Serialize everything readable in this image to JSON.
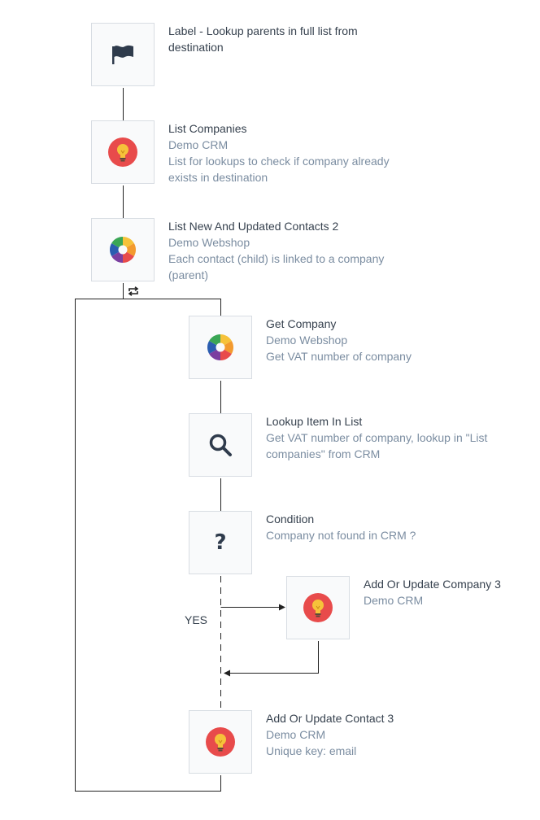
{
  "steps": [
    {
      "title": "Label - Lookup parents in full list from destination",
      "icon": "flag-icon"
    },
    {
      "title": "List Companies",
      "app": "Demo CRM",
      "desc": "List for lookups to check if company already exists in destination",
      "icon": "lightbulb-icon"
    },
    {
      "title": "List New And Updated Contacts 2",
      "app": "Demo Webshop",
      "desc": "Each contact (child) is linked to a company (parent)",
      "icon": "aperture-icon"
    },
    {
      "title": "Get Company",
      "app": "Demo Webshop",
      "desc": "Get VAT number of company",
      "icon": "aperture-icon"
    },
    {
      "title": "Lookup Item In List",
      "desc": "Get VAT number of company, lookup in \"List companies\" from CRM",
      "icon": "search-icon"
    },
    {
      "title": "Condition",
      "desc": "Company not found in CRM ?",
      "icon": "question-icon"
    },
    {
      "title": "Add Or Update Company 3",
      "app": "Demo CRM",
      "icon": "lightbulb-icon"
    },
    {
      "title": "Add Or Update Contact 3",
      "app": "Demo CRM",
      "desc": "Unique key: email",
      "icon": "lightbulb-icon"
    }
  ],
  "branch_label": "YES",
  "loop_icon": "repeat-icon",
  "colors": {
    "crm_red": "#e84b4b",
    "bulb_yellow": "#f6c23a",
    "text_dark": "#37424f",
    "text_muted": "#7b8da1"
  }
}
